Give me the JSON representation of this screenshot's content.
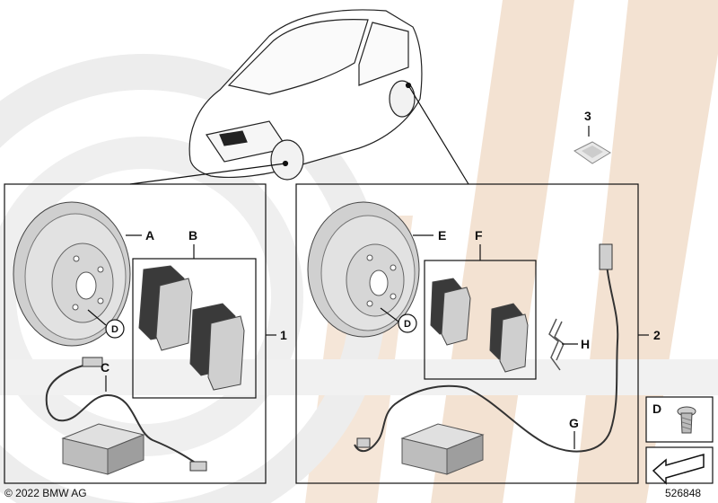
{
  "diagram": {
    "copyright": "© 2022 BMW AG",
    "drawing_number": "526848",
    "kits": [
      {
        "number": "1",
        "part_labels": [
          "A",
          "B",
          "C",
          "D"
        ]
      },
      {
        "number": "2",
        "part_labels": [
          "E",
          "F",
          "G",
          "H",
          "D"
        ]
      }
    ],
    "extra_parts": {
      "paste_label": "3",
      "bolt_label": "D"
    },
    "colors": {
      "watermark": "#f3e2d2",
      "watermark_grey": "#ededed",
      "line": "#111111",
      "part_fill": "#d8d8d8"
    }
  }
}
